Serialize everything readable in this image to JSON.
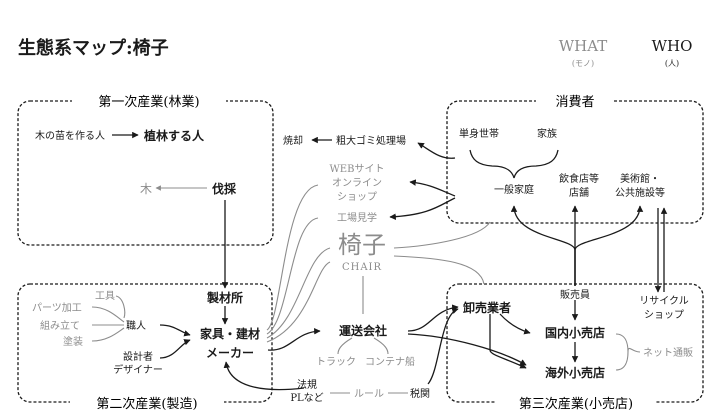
{
  "header": {
    "title": "生態系マップ:椅子",
    "legend_what": "WHAT",
    "legend_what_sub": "(モノ)",
    "legend_who": "WHO",
    "legend_who_sub": "(人)"
  },
  "colors": {
    "who": "#1a1a1a",
    "what": "#8c8c8c",
    "frame": "#1a1a1a",
    "background": "#ffffff"
  },
  "diagram": {
    "groups": {
      "primary": "第一次産業(林業)",
      "consumers": "消費者",
      "secondary": "第二次産業(製造)",
      "tertiary": "第三次産業(小売店)"
    },
    "center": {
      "title": "椅子",
      "subtitle": "CHAIR"
    },
    "nodes": {
      "seedling_maker": "木の苗を作る人",
      "planter": "植林する人",
      "tree": "木",
      "logger": "伐採",
      "incineration": "焼却",
      "bulky_waste": "粗大ゴミ処理場",
      "single": "単身世帯",
      "family": "家族",
      "household": "一般家庭",
      "restaurant_1": "飲食店等",
      "restaurant_2": "店舗",
      "museum_1": "美術館・",
      "museum_2": "公共施設等",
      "web_1": "WEBサイト",
      "web_2": "オンライン",
      "web_3": "ショップ",
      "factory_tour": "工場見学",
      "tools": "工具",
      "parts": "パーツ加工",
      "assembly": "組み立て",
      "painting": "塗装",
      "craftsman": "職人",
      "designer_1": "設計者",
      "designer_2": "デザイナー",
      "sawmill": "製材所",
      "maker_1": "家具・建材",
      "maker_2": "メーカー",
      "transport": "運送会社",
      "truck": "トラック",
      "container": "コンテナ船",
      "law_1": "法規",
      "law_2": "PLなど",
      "rule": "ルール",
      "tariff": "税関",
      "wholesaler": "卸売業者",
      "seller": "販売員",
      "domestic": "国内小売店",
      "overseas": "海外小売店",
      "online_sales": "ネット通販",
      "recycle_1": "リサイクル",
      "recycle_2": "ショップ"
    }
  }
}
